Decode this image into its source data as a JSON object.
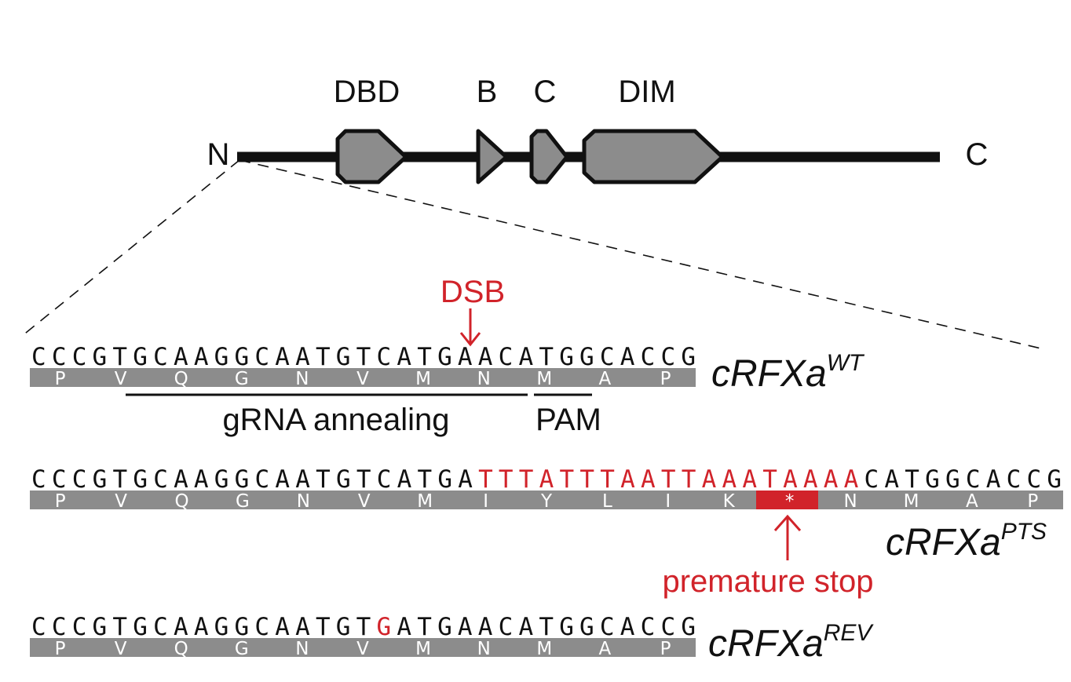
{
  "protein_map": {
    "n_label": "N",
    "c_label": "C",
    "domains": [
      {
        "id": "dbd",
        "label": "DBD"
      },
      {
        "id": "b",
        "label": "B"
      },
      {
        "id": "c",
        "label": "C"
      },
      {
        "id": "dim",
        "label": "DIM"
      }
    ]
  },
  "annotations": {
    "dsb": "DSB",
    "grna": "gRNA annealing",
    "pam": "PAM",
    "premature_stop": "premature stop"
  },
  "alleles": [
    {
      "id": "wt",
      "name": "cRFXa",
      "superscript": "WT",
      "sequence": [
        {
          "text": "CCCGTGCAAGGCAATGTCATGAACATGGCACCG",
          "highlight": false
        }
      ],
      "residues": [
        {
          "aa": "P"
        },
        {
          "aa": "V"
        },
        {
          "aa": "Q"
        },
        {
          "aa": "G"
        },
        {
          "aa": "N"
        },
        {
          "aa": "V"
        },
        {
          "aa": "M"
        },
        {
          "aa": "N"
        },
        {
          "aa": "M"
        },
        {
          "aa": "A"
        },
        {
          "aa": "P"
        }
      ]
    },
    {
      "id": "pts",
      "name": "cRFXa",
      "superscript": "PTS",
      "sequence": [
        {
          "text": "CCCGTGCAAGGCAATGTCATGA",
          "highlight": false
        },
        {
          "text": "TTTATTTAATTAAATAAAA",
          "highlight": true
        },
        {
          "text": "CATGGCACCG",
          "highlight": false
        }
      ],
      "residues": [
        {
          "aa": "P"
        },
        {
          "aa": "V"
        },
        {
          "aa": "Q"
        },
        {
          "aa": "G"
        },
        {
          "aa": "N"
        },
        {
          "aa": "V"
        },
        {
          "aa": "M"
        },
        {
          "aa": "I"
        },
        {
          "aa": "Y"
        },
        {
          "aa": "L"
        },
        {
          "aa": "I"
        },
        {
          "aa": "K"
        },
        {
          "aa": "*",
          "stop": true
        },
        {
          "aa": "N"
        },
        {
          "aa": "M"
        },
        {
          "aa": "A"
        },
        {
          "aa": "P"
        }
      ]
    },
    {
      "id": "rev",
      "name": "cRFXa",
      "superscript": "REV",
      "sequence": [
        {
          "text": "CCCGTGCAAGGCAATGT",
          "highlight": false
        },
        {
          "text": "G",
          "highlight": true
        },
        {
          "text": "ATGAACATGGCACCG",
          "highlight": false
        }
      ],
      "residues": [
        {
          "aa": "P"
        },
        {
          "aa": "V"
        },
        {
          "aa": "Q"
        },
        {
          "aa": "G"
        },
        {
          "aa": "N"
        },
        {
          "aa": "V"
        },
        {
          "aa": "M"
        },
        {
          "aa": "N"
        },
        {
          "aa": "M"
        },
        {
          "aa": "A"
        },
        {
          "aa": "P"
        }
      ]
    }
  ],
  "colors": {
    "mutation": "#d1232a",
    "domain_fill": "#8c8c8c",
    "track": "#8c8c8c",
    "line": "#111111"
  }
}
